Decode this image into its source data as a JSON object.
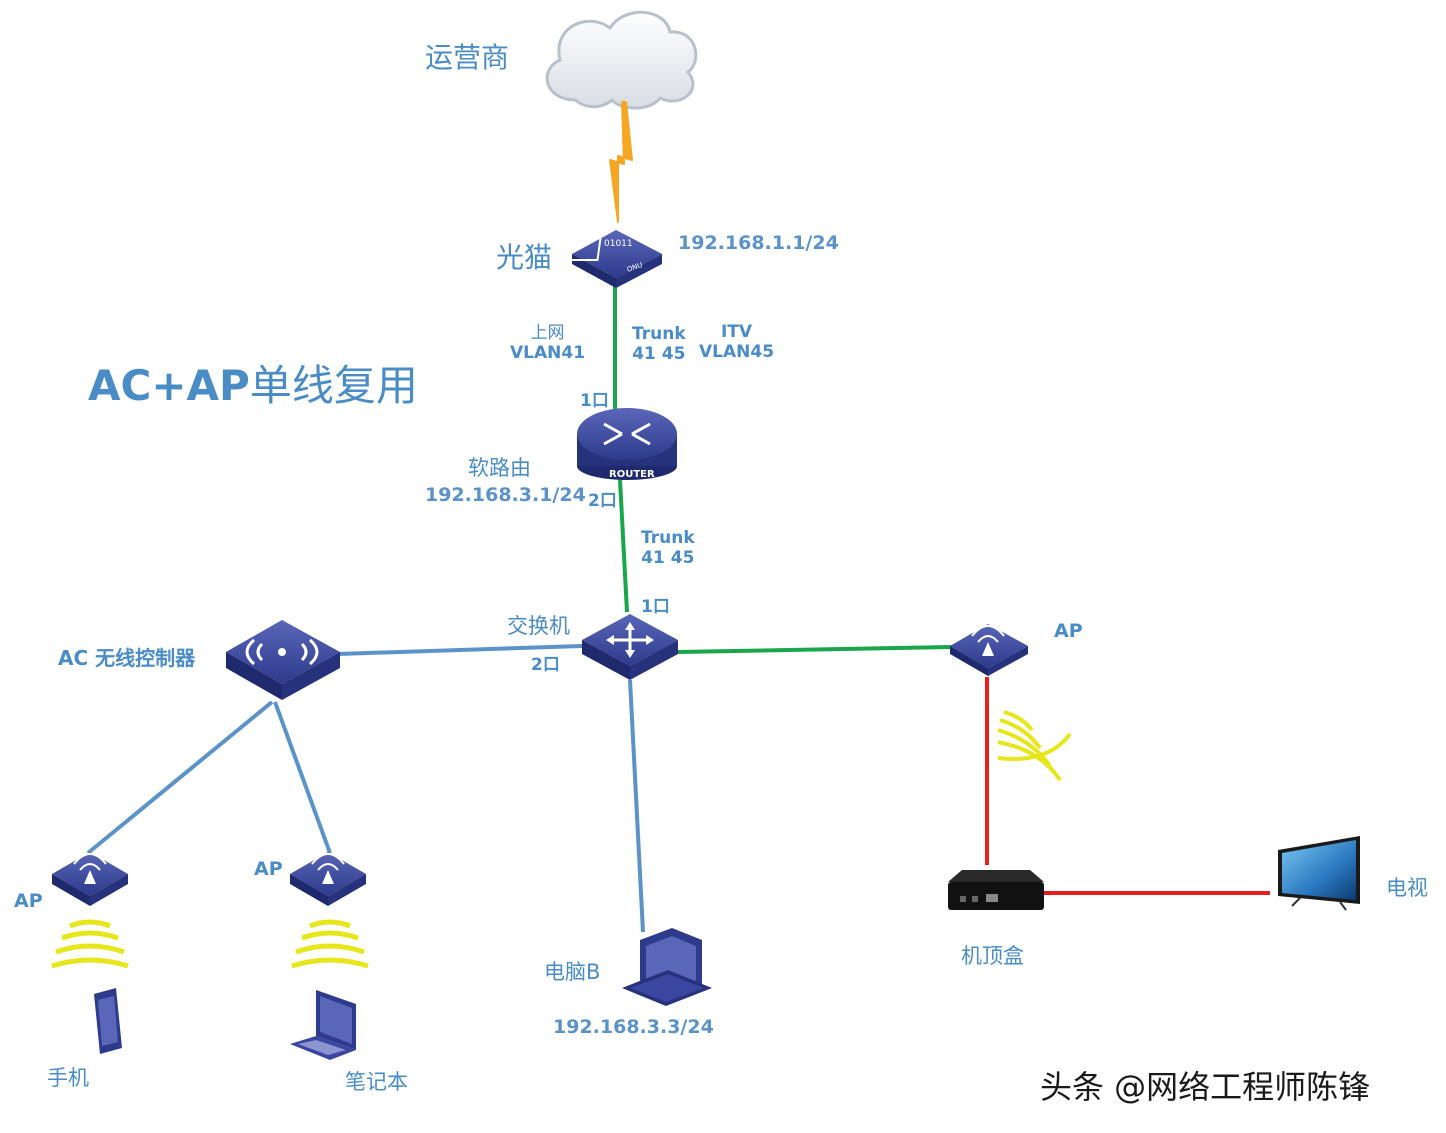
{
  "title": {
    "latin": "AC+AP",
    "cn": "单线复用"
  },
  "nodes": {
    "isp": "运营商",
    "modem": {
      "name": "光猫",
      "ip": "192.168.1.1/24",
      "badge_top": "01011",
      "badge_bottom": "ONU"
    },
    "router": {
      "name": "软路由",
      "ip": "192.168.3.1/24",
      "badge": "ROUTER",
      "port1": "1口",
      "port2": "2口"
    },
    "switch": {
      "name": "交换机",
      "port1": "1口",
      "port2": "2口"
    },
    "ac": "AC 无线控制器",
    "ap_right": "AP",
    "ap_left": "AP",
    "ap_mid": "AP",
    "phone": "手机",
    "laptop": "笔记本",
    "pc": {
      "name": "电脑B",
      "ip": "192.168.3.3/24"
    },
    "stb": "机顶盒",
    "tv": "电视"
  },
  "links": {
    "modem_router": {
      "left_l1": "上网",
      "left_l2": "VLAN41",
      "mid_l1": "Trunk",
      "mid_l2": "41 45",
      "right_l1": "ITV",
      "right_l2": "VLAN45"
    },
    "router_switch": {
      "l1": "Trunk",
      "l2": "41 45"
    }
  },
  "colors": {
    "label_blue": "#4a8cc6",
    "trunk_green": "#1aa64a",
    "lan_blue": "#5b93c9",
    "iptv_red": "#e81e1e",
    "wifi_yellow": "#e6e61a",
    "lightning_orange": "#f5a623",
    "device_navy": "#2e3a8c"
  },
  "watermark": "头条 @网络工程师陈锋"
}
